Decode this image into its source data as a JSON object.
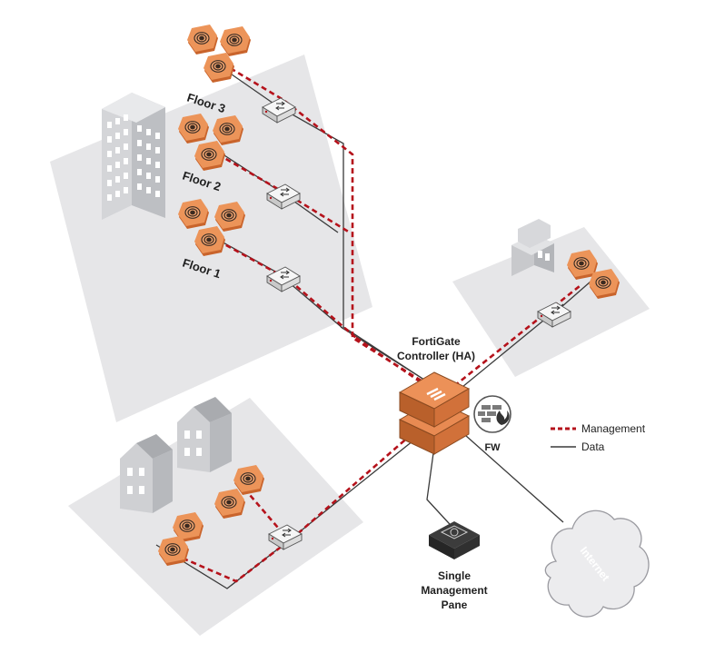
{
  "labels": {
    "floor3": "Floor 3",
    "floor2": "Floor 2",
    "floor1": "Floor 1",
    "controller_line1": "FortiGate",
    "controller_line2": "Controller (HA)",
    "fw": "FW",
    "pane_line1": "Single",
    "pane_line2": "Management",
    "pane_line3": "Pane",
    "internet": "Internet"
  },
  "legend": {
    "management": "Management",
    "data": "Data"
  },
  "colors": {
    "management_line": "#b5121b",
    "data_line": "#3a3a3a",
    "ap_orange": "#e8874e",
    "platform": "#e4e4e6",
    "controller_orange": "#e3864f"
  },
  "icons": [
    "access-point-icon",
    "switch-icon",
    "building-icon",
    "house-icon",
    "firewall-icon",
    "cloud-icon",
    "management-pane-icon"
  ]
}
